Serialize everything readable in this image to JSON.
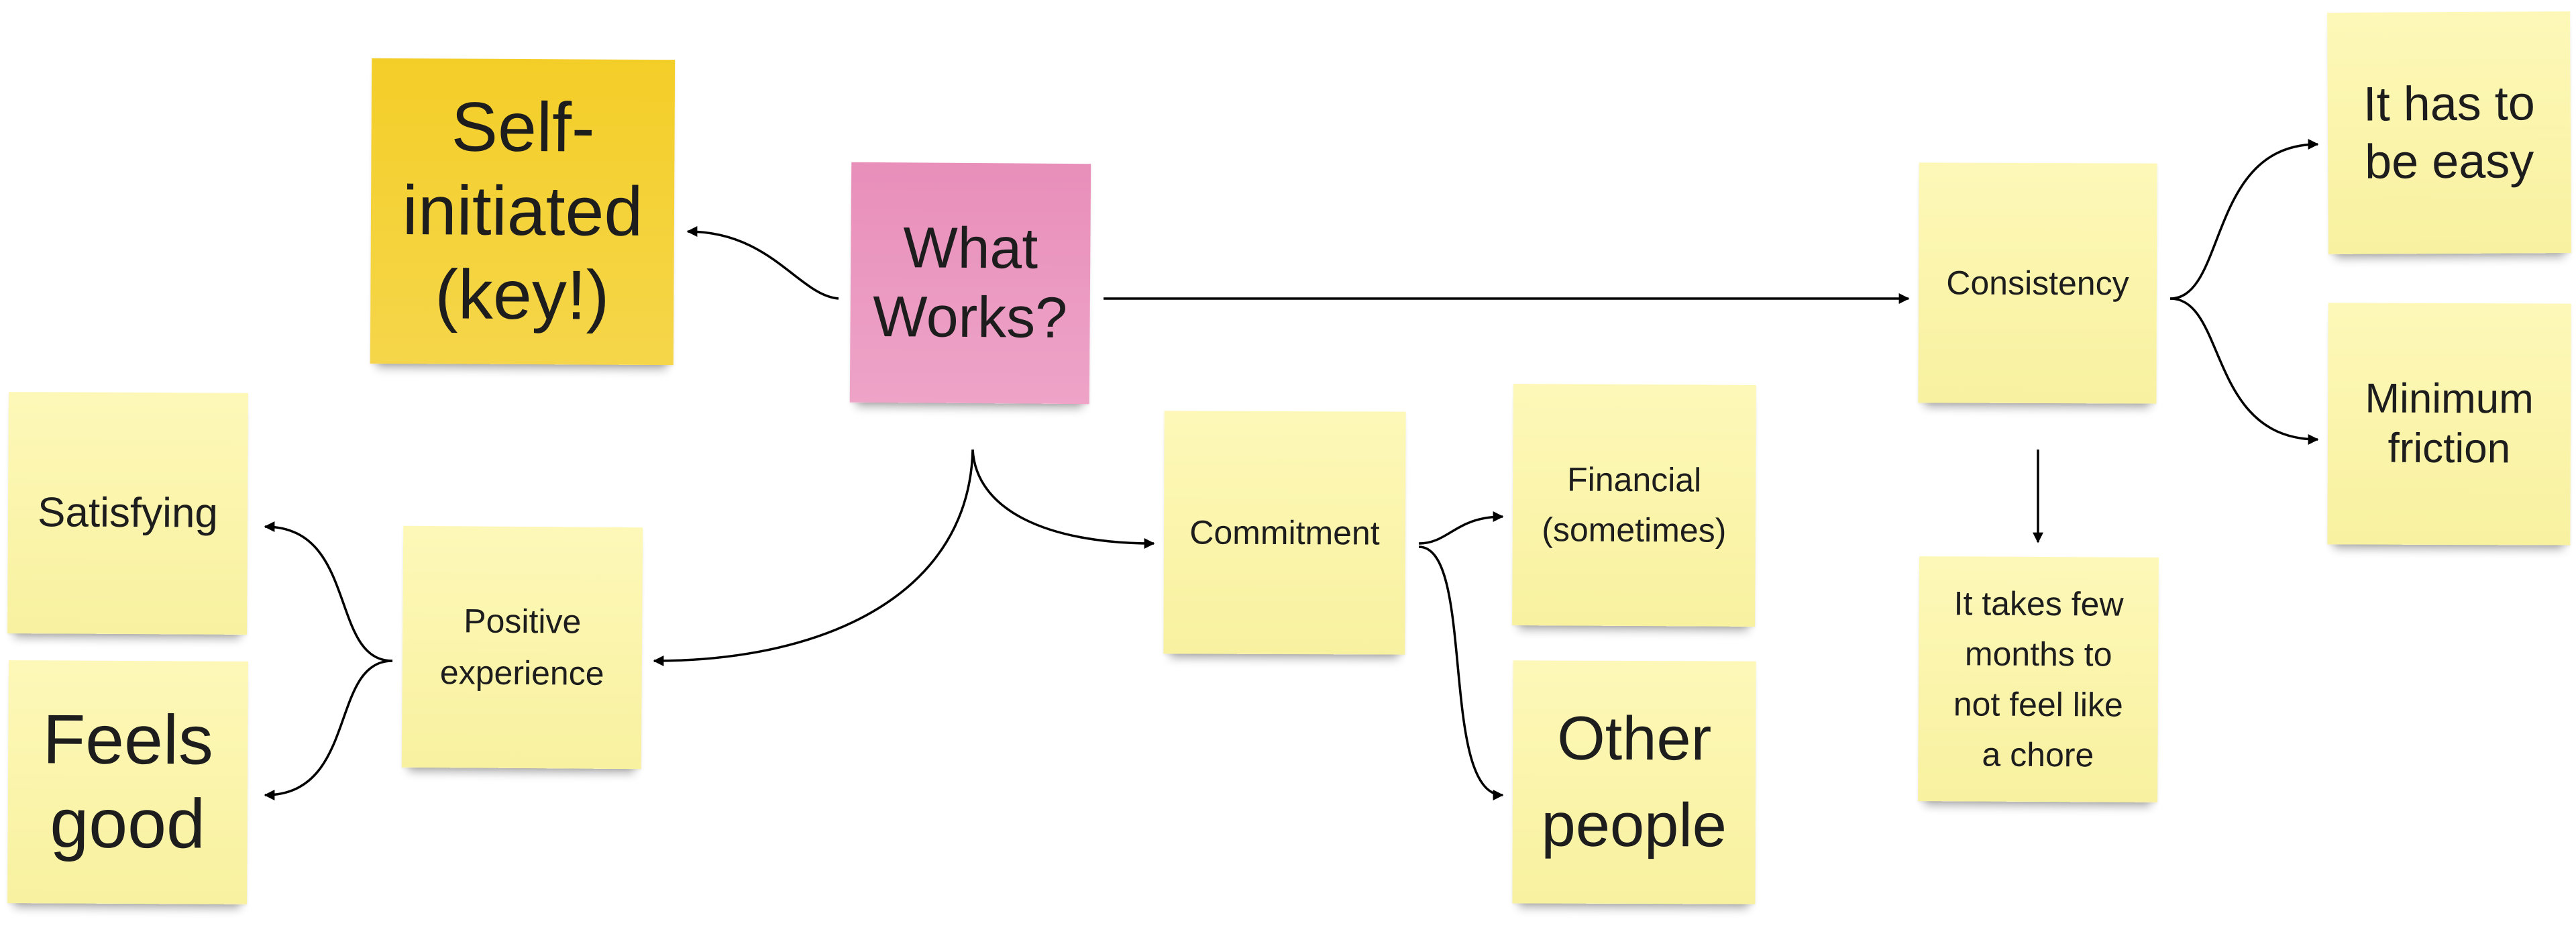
{
  "colors": {
    "yellow_note": "#fbf5ab",
    "gold_note": "#f5d232",
    "pink_note": "#ec9dc2",
    "connector": "#000000"
  },
  "notes": {
    "self_initiated": "Self-\ninitiated\n(key!)",
    "what_works": "What\nWorks?",
    "consistency": "Consistency",
    "easy": "It has to\nbe easy",
    "min_friction": "Minimum\nfriction",
    "satisfying": "Satisfying",
    "positive_experience": "Positive\nexperience",
    "feels_good": "Feels\ngood",
    "commitment": "Commitment",
    "financial": "Financial\n(sometimes)",
    "other_people": "Other\npeople",
    "few_months": "It takes few\nmonths to\nnot feel like\na chore"
  }
}
